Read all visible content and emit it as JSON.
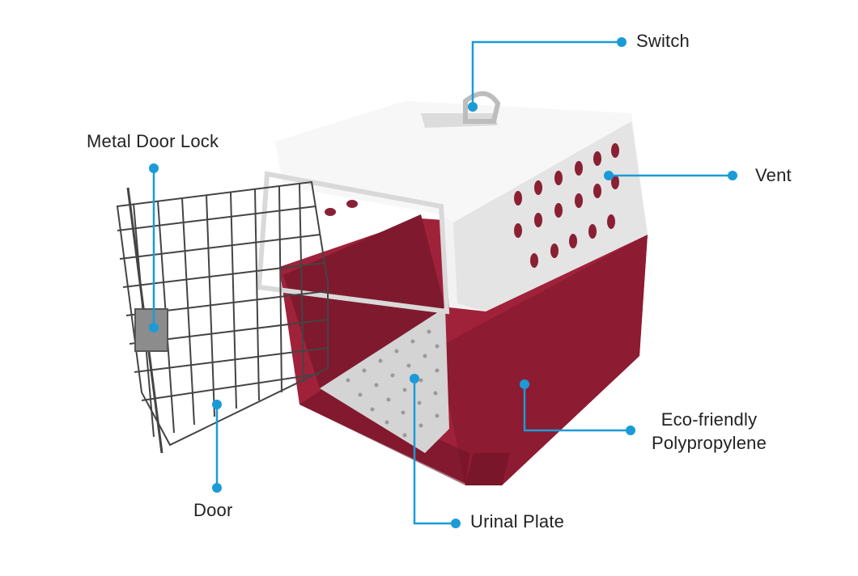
{
  "colors": {
    "callout": "#1a9bd7",
    "shell_top": "#f2f2f2",
    "shell_top_shadow": "#d9d9d9",
    "base": "#a0223a",
    "base_dark": "#6e1426",
    "tray": "#d4d4d4",
    "wire": "#444444",
    "text": "#222222"
  },
  "labels": {
    "switch": "Switch",
    "vent": "Vent",
    "metal_door_lock": "Metal Door Lock",
    "door": "Door",
    "eco_line1": "Eco-friendly",
    "eco_line2": "Polypropylene",
    "urinal_plate": "Urinal Plate"
  }
}
